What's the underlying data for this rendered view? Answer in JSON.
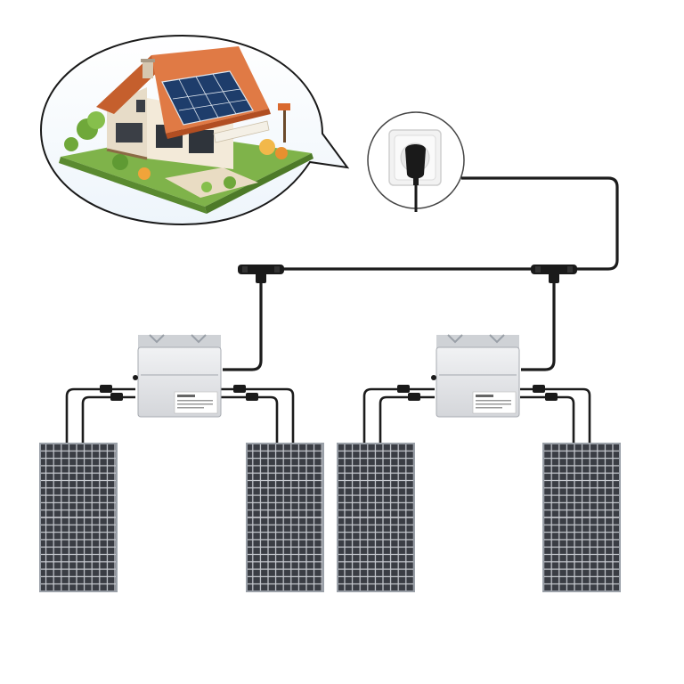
{
  "scene": {
    "house_bubble": {
      "icon": "house-with-solar-roof-icon"
    },
    "outlet": {
      "icon": "wall-socket-with-plug-icon"
    },
    "inverters": [
      {
        "id": "inverter-left",
        "label_text": ""
      },
      {
        "id": "inverter-right",
        "label_text": ""
      }
    ],
    "panels": [
      {
        "id": "panel-1"
      },
      {
        "id": "panel-2"
      },
      {
        "id": "panel-3"
      },
      {
        "id": "panel-4"
      }
    ],
    "connectors": [
      {
        "id": "t-connector-left"
      },
      {
        "id": "t-connector-right"
      }
    ],
    "colors": {
      "cable": "#1c1c1c",
      "panel_cell": "#3a3d44",
      "panel_grid": "#c9ccd2",
      "panel_frame": "#9aa0a8",
      "inverter_body": "#e6e7e9",
      "roof": "#e07a45",
      "wall": "#f2ead8"
    }
  }
}
